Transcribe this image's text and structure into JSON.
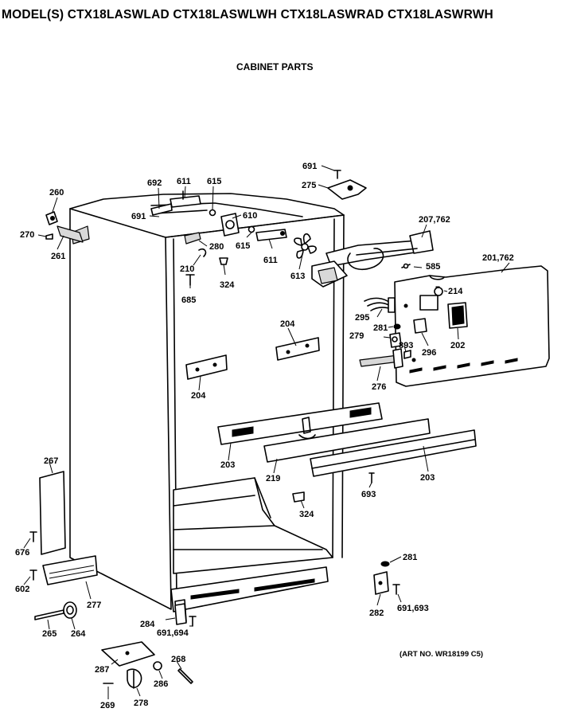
{
  "header": {
    "title": "MODEL(S) CTX18LASWLAD  CTX18LASWLWH  CTX18LASWRAD  CTX18LASWRWH",
    "subtitle": "CABINET PARTS",
    "art_no": "(ART NO. WR18199  C5)"
  },
  "labels": {
    "p691a": "691",
    "p275": "275",
    "p260": "260",
    "p692": "692",
    "p611a": "611",
    "p615a": "615",
    "p691b": "691",
    "p610": "610",
    "p207": "207,762",
    "p270": "270",
    "p261": "261",
    "p280": "280",
    "p615b": "615",
    "p210": "210",
    "p611b": "611",
    "p585": "585",
    "p201": "201,762",
    "p324a": "324",
    "p613": "613",
    "p685": "685",
    "p214": "214",
    "p295": "295",
    "p204a": "204",
    "p281a": "281",
    "p279": "279",
    "p893": "893",
    "p296": "296",
    "p202": "202",
    "p204b": "204",
    "p276": "276",
    "p203a": "203",
    "p219": "219",
    "p203b": "203",
    "p267": "267",
    "p693": "693",
    "p324b": "324",
    "p676": "676",
    "p281b": "281",
    "p602": "602",
    "p277": "277",
    "p282": "282",
    "p691693": "691,693",
    "p284": "284",
    "p691694": "691,694",
    "p265": "265",
    "p264": "264",
    "p287": "287",
    "p268": "268",
    "p286": "286",
    "p269": "269",
    "p278": "278"
  }
}
